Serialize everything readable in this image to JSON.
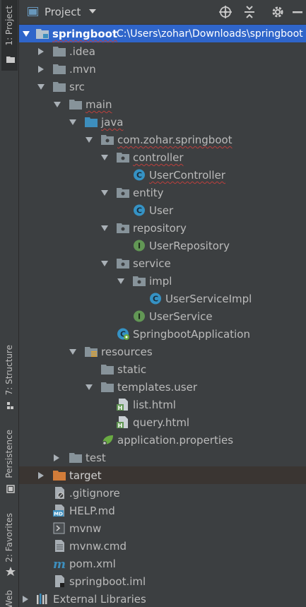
{
  "sidebar": {
    "project_tab": "1: Project",
    "structure_tab": "7: Structure",
    "persistence_tab": "Persistence",
    "favorites_tab": "2: Favorites",
    "web_tab": "Web"
  },
  "header": {
    "title": "Project"
  },
  "tree": {
    "root": {
      "label": "springboot",
      "path": "C:\\Users\\zohar\\Downloads\\springboot"
    },
    "idea": "idea",
    "mvn": "mvn",
    "src": "src",
    "main": "main",
    "java": "java",
    "package": "com.zohar.springboot",
    "controller": "controller",
    "user_controller": "UserController",
    "entity": "entity",
    "user": "User",
    "repository": "repository",
    "user_repository": "UserRepository",
    "service": "service",
    "impl": "impl",
    "user_service_impl": "UserServiceImpl",
    "user_service": "UserService",
    "app": "SpringbootApplication",
    "resources": "resources",
    "static": "static",
    "templates": "templates.user",
    "list_html": "list.html",
    "query_html": "query.html",
    "app_props": "application.properties",
    "test": "test",
    "target": "target",
    "gitignore": ".gitignore",
    "help": "HELP.md",
    "mvnw": "mvnw",
    "mvnw_cmd": "mvnw.cmd",
    "pom": "pom.xml",
    "iml": "springboot.iml",
    "ext_libs": "External Libraries"
  },
  "colors": {
    "background": "#3c3f41",
    "selection": "#2f65ca",
    "folder": "#87939a",
    "source_folder": "#3d8ebd",
    "class_icon": "#3592c4",
    "interface_icon": "#629755",
    "excluded_folder": "#d27c39"
  }
}
